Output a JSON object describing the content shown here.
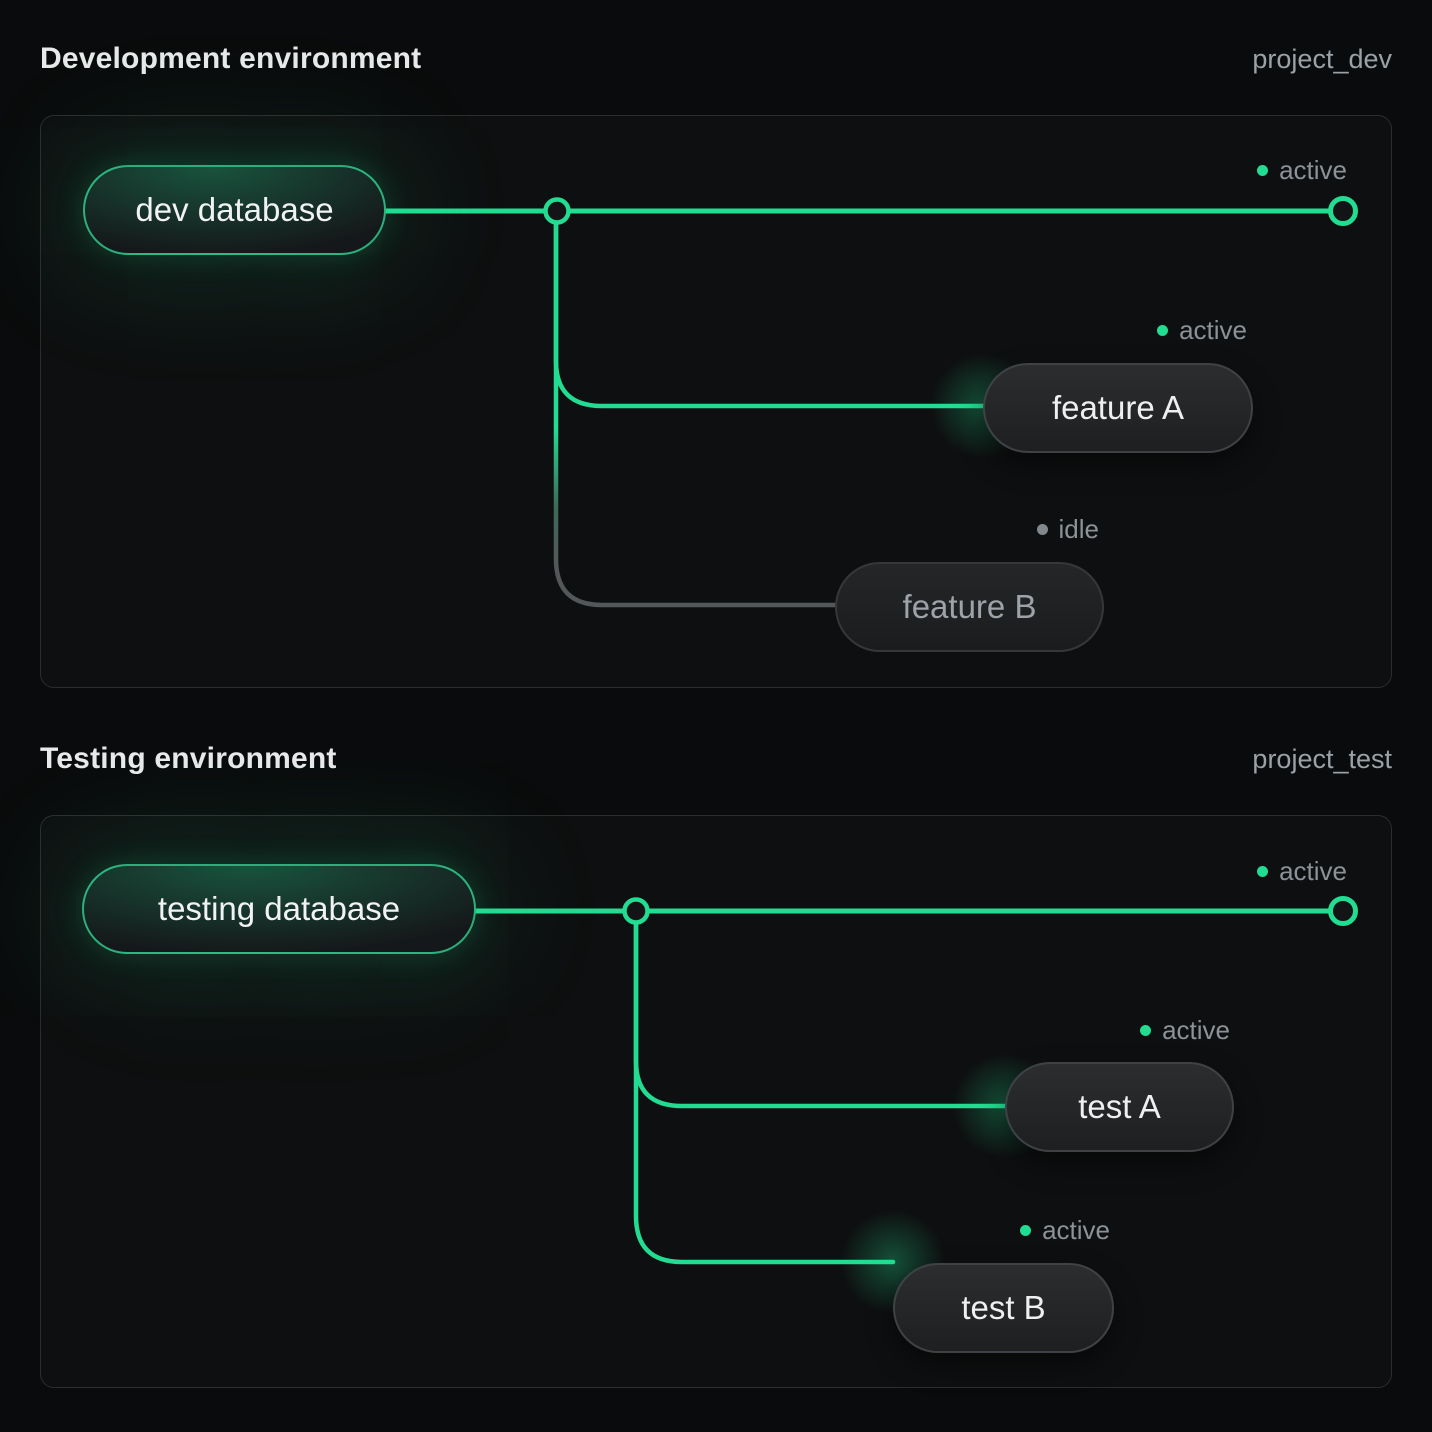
{
  "accent_color": "#22dd91",
  "idle_color": "#82898e",
  "sections": [
    {
      "title": "Development environment",
      "project_label": "project_dev",
      "database": {
        "label": "dev database"
      },
      "trunk_status": {
        "label": "active",
        "color": "#22dd91"
      },
      "branches": [
        {
          "label": "feature A",
          "status": {
            "label": "active",
            "color": "#22dd91"
          }
        },
        {
          "label": "feature B",
          "status": {
            "label": "idle",
            "color": "#82898e"
          }
        }
      ]
    },
    {
      "title": "Testing environment",
      "project_label": "project_test",
      "database": {
        "label": "testing database"
      },
      "trunk_status": {
        "label": "active",
        "color": "#22dd91"
      },
      "branches": [
        {
          "label": "test A",
          "status": {
            "label": "active",
            "color": "#22dd91"
          }
        },
        {
          "label": "test B",
          "status": {
            "label": "active",
            "color": "#22dd91"
          }
        }
      ]
    }
  ]
}
